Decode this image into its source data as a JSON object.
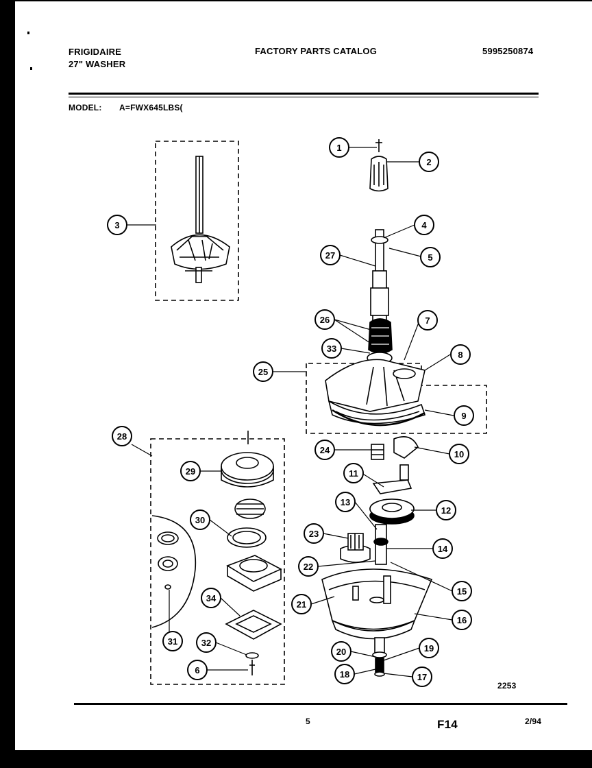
{
  "header": {
    "brand": "FRIGIDAIRE",
    "product": "27\" WASHER",
    "catalog_title": "FACTORY PARTS CATALOG",
    "catalog_number": "5995250874",
    "model_label": "MODEL:",
    "model_value": "A=FWX645LBS("
  },
  "footer": {
    "figure_code": "2253",
    "page_number": "5",
    "section": "F14",
    "date": "2/94"
  },
  "callouts": [
    "1",
    "2",
    "3",
    "4",
    "5",
    "6",
    "7",
    "8",
    "9",
    "10",
    "11",
    "12",
    "13",
    "14",
    "15",
    "16",
    "17",
    "18",
    "19",
    "20",
    "21",
    "22",
    "23",
    "24",
    "25",
    "26",
    "27",
    "28",
    "29",
    "30",
    "31",
    "32",
    "33",
    "34"
  ]
}
